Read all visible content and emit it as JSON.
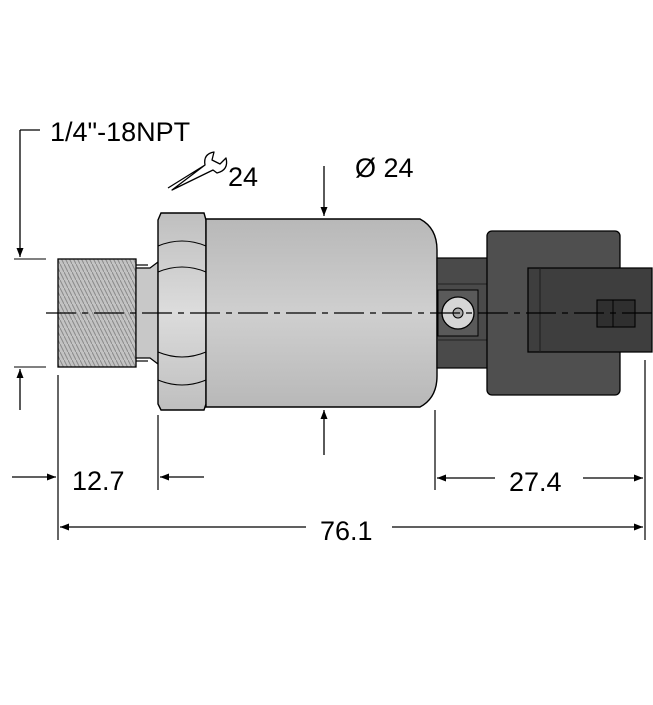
{
  "labels": {
    "thread": "1/4\"-18NPT",
    "wrench": "24",
    "diameter": "Ø 24",
    "dim_thread_length": "12.7",
    "dim_connector_length": "27.4",
    "dim_total_length": "76.1"
  },
  "colors": {
    "body_gray": "#c6c6c6",
    "hex_gray": "#d0d0d0",
    "thread_gray": "#bdbdbd",
    "connector_dark": "#4e4e4e",
    "connector_darker": "#3a3a3a",
    "line": "#000000"
  },
  "icons": {
    "wrench": "wrench-icon",
    "arrow": "dimension-arrow"
  }
}
